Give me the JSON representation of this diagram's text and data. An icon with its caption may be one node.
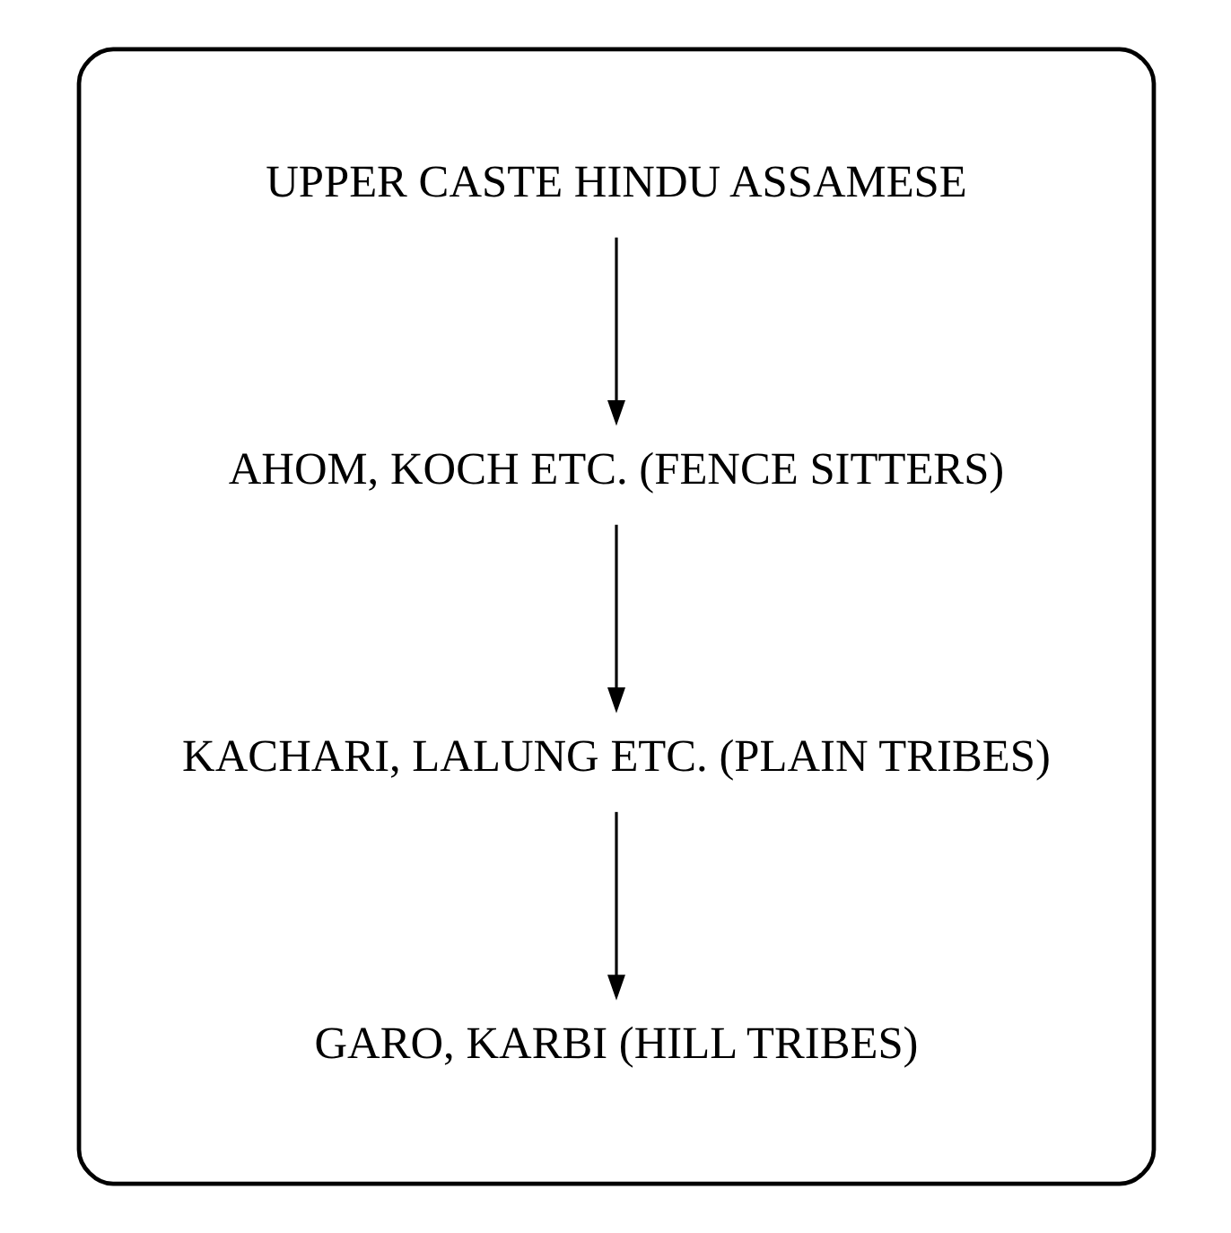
{
  "diagram": {
    "nodes": [
      {
        "text": [],
        "shape": "box"
      },
      {
        "text": [
          "UPPER CASTE HINDU ASSAMESE"
        ],
        "in": 0
      },
      {
        "text": [
          "AHOM, KOCH ETC. (FENCE SITTERS)"
        ],
        "in": 0
      },
      {
        "text": [
          "KACHARI, LALUNG ETC. (PLAIN TRIBES)"
        ],
        "in": 0
      },
      {
        "text": [
          "GARO, KARBI (HILL TRIBES)"
        ],
        "in": 0
      }
    ],
    "edges": [
      {
        "from": 1,
        "to": 2,
        "arrow": "to"
      },
      {
        "from": 2,
        "to": 3,
        "arrow": "to"
      },
      {
        "from": 3,
        "to": 4,
        "arrow": "to"
      }
    ]
  }
}
